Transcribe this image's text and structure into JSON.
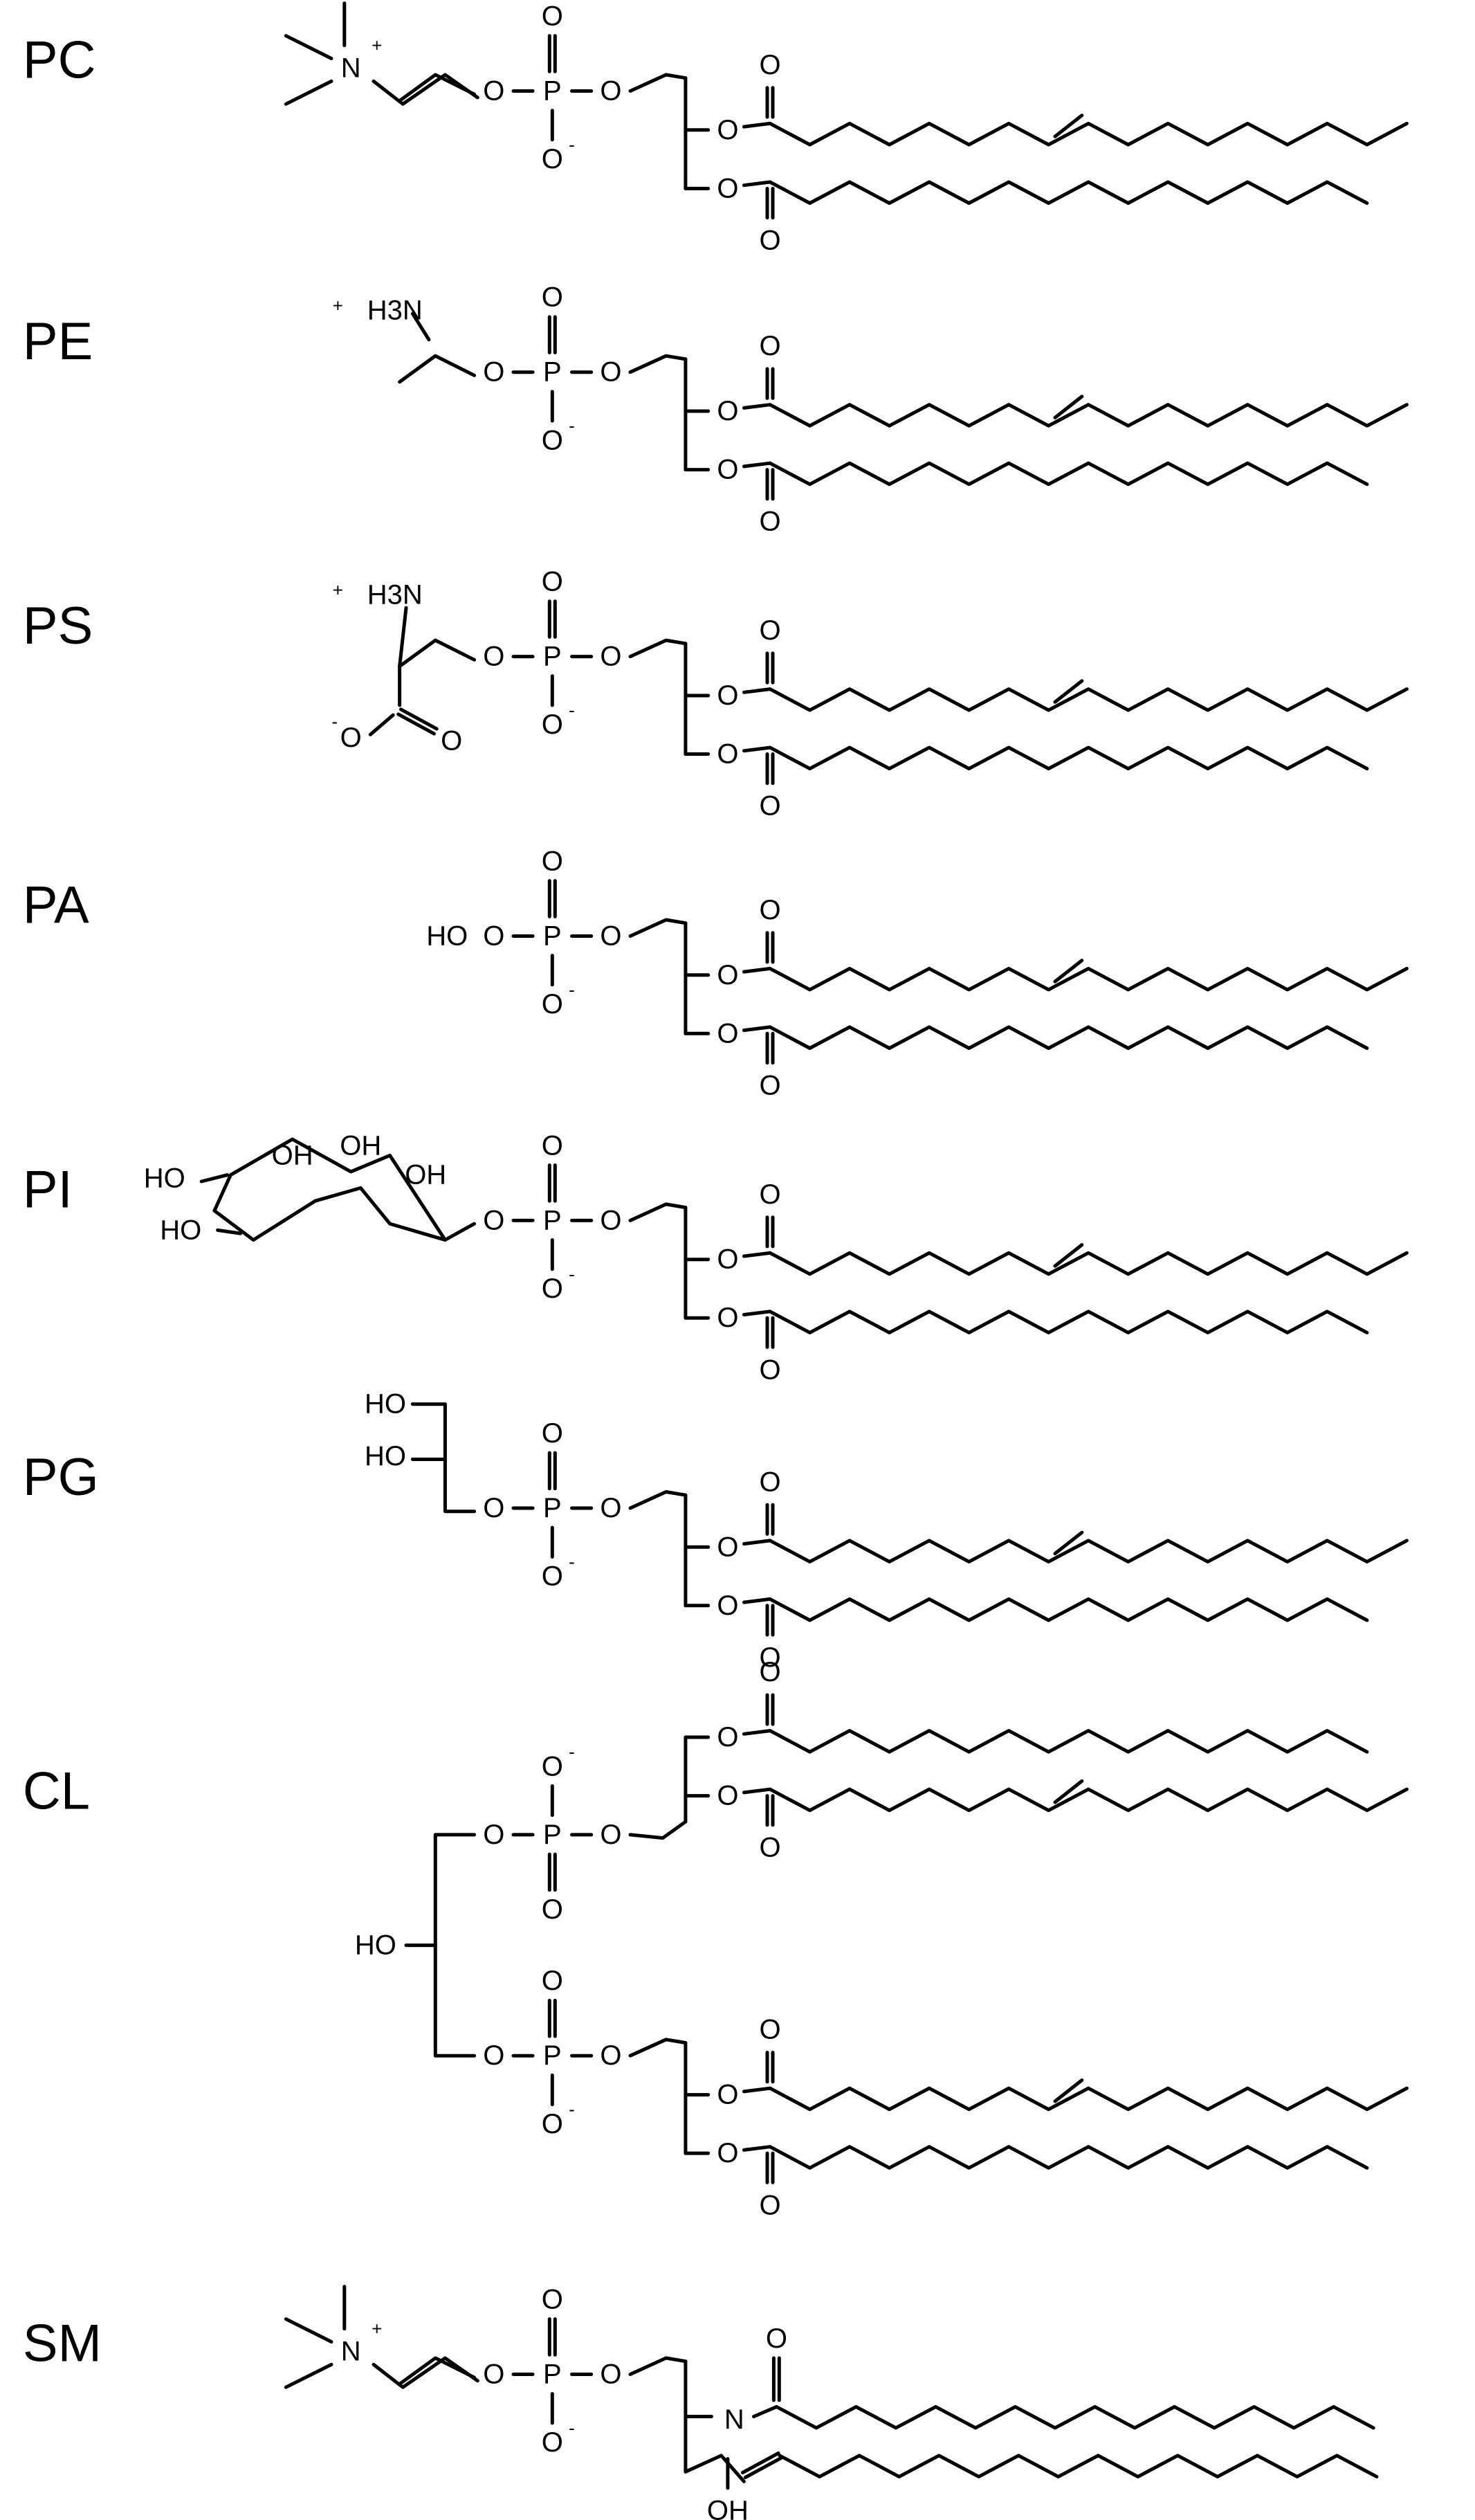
{
  "structures": [
    {
      "id": "pc",
      "label": "PC",
      "headgroup": "choline"
    },
    {
      "id": "pe",
      "label": "PE",
      "headgroup": "ethanolamine"
    },
    {
      "id": "ps",
      "label": "PS",
      "headgroup": "serine"
    },
    {
      "id": "pa",
      "label": "PA",
      "headgroup": "hydroxyl"
    },
    {
      "id": "pi",
      "label": "PI",
      "headgroup": "inositol"
    },
    {
      "id": "pg",
      "label": "PG",
      "headgroup": "glycerol"
    },
    {
      "id": "cl",
      "label": "CL",
      "headgroup": "cardiolipin"
    },
    {
      "id": "sm",
      "label": "SM",
      "headgroup": "choline-sphingosine"
    }
  ],
  "atoms": {
    "O": "O",
    "P": "P",
    "N": "N",
    "N_plus": "N",
    "plus": "+",
    "minus": "-",
    "H3N": "H3N",
    "H3": "H3",
    "H2N": "H",
    "HO": "HO",
    "OH": "OH"
  }
}
